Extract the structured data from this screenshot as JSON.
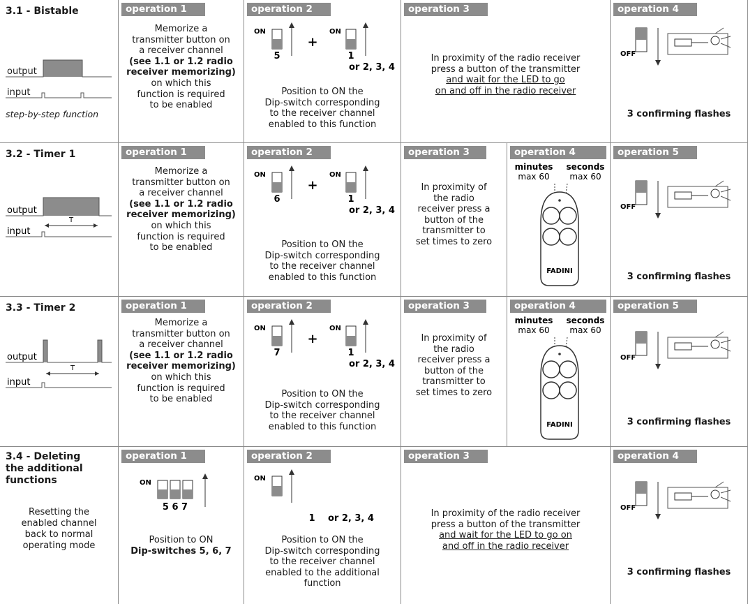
{
  "row1": {
    "title": "3.1 - Bistable",
    "output": "output",
    "input": "input",
    "caption": "step-by-step function",
    "op1": {
      "header": "operation 1",
      "lines": [
        "Memorize a",
        "transmitter button on",
        "a receiver channel",
        "(see 1.1 or 1.2 radio",
        "receiver memorizing)",
        "on which this",
        "function is required",
        "to be enabled"
      ]
    },
    "op2": {
      "header": "operation 2",
      "on": "ON",
      "switch_a": "5",
      "plus": "+",
      "switch_b": "1",
      "alt": "or 2, 3, 4",
      "lines": [
        "Position to ON the",
        "Dip-switch corresponding",
        "to the receiver channel",
        "enabled to this function"
      ]
    },
    "op3": {
      "header": "operation 3",
      "lines": [
        "In proximity of the radio receiver",
        "press a button of the transmitter",
        "and wait for the LED to go",
        "on and off in the radio receiver"
      ]
    },
    "op4": {
      "header": "operation 4",
      "off": "OFF",
      "confirm": "3 confirming flashes"
    }
  },
  "row2": {
    "title": "3.2 - Timer 1",
    "output": "output",
    "input": "input",
    "t": "T",
    "op1": {
      "header": "operation 1",
      "lines": [
        "Memorize a",
        "transmitter button on",
        "a receiver channel",
        "(see 1.1 or 1.2 radio",
        "receiver memorizing)",
        "on which this",
        "function is required",
        "to be enabled"
      ]
    },
    "op2": {
      "header": "operation 2",
      "on": "ON",
      "switch_a": "6",
      "plus": "+",
      "switch_b": "1",
      "alt": "or 2, 3, 4",
      "lines": [
        "Position to ON the",
        "Dip-switch corresponding",
        "to the receiver channel",
        "enabled to this function"
      ]
    },
    "op3": {
      "header": "operation 3",
      "lines": [
        "In proximity of",
        "the radio",
        "receiver press a",
        "button of the",
        "transmitter to",
        "set times to zero"
      ]
    },
    "op4": {
      "header": "operation 4",
      "minutes": "minutes",
      "seconds": "seconds",
      "max_min": "max 60",
      "max_sec": "max 60",
      "brand": "FADINI"
    },
    "op5": {
      "header": "operation 5",
      "off": "OFF",
      "confirm": "3 confirming flashes"
    }
  },
  "row3": {
    "title": "3.3 - Timer 2",
    "output": "output",
    "input": "input",
    "t": "T",
    "op1": {
      "header": "operation 1",
      "lines": [
        "Memorize a",
        "transmitter button on",
        "a receiver channel",
        "(see 1.1 or 1.2 radio",
        "receiver memorizing)",
        "on which this",
        "function is required",
        "to be enabled"
      ]
    },
    "op2": {
      "header": "operation 2",
      "on": "ON",
      "switch_a": "7",
      "plus": "+",
      "switch_b": "1",
      "alt": "or 2, 3, 4",
      "lines": [
        "Position to ON the",
        "Dip-switch corresponding",
        "to the receiver channel",
        "enabled to this function"
      ]
    },
    "op3": {
      "header": "operation 3",
      "lines": [
        "In proximity of",
        "the radio",
        "receiver press a",
        "button of the",
        "transmitter to",
        "set times to zero"
      ]
    },
    "op4": {
      "header": "operation 4",
      "minutes": "minutes",
      "seconds": "seconds",
      "max_min": "max 60",
      "max_sec": "max 60",
      "brand": "FADINI"
    },
    "op5": {
      "header": "operation 5",
      "off": "OFF",
      "confirm": "3 confirming flashes"
    }
  },
  "row4": {
    "title_lines": [
      "3.4 - Deleting",
      "the additional",
      "functions"
    ],
    "desc_lines": [
      "Resetting the",
      "enabled channel",
      "back to normal",
      "operating mode"
    ],
    "op1": {
      "header": "operation 1",
      "on": "ON",
      "switches": "5  6  7",
      "lines": [
        "Position to ON",
        "Dip-switches 5, 6, 7"
      ]
    },
    "op2": {
      "header": "operation 2",
      "on": "ON",
      "switch_b": "1",
      "alt": "or 2, 3, 4",
      "lines": [
        "Position to ON the",
        "Dip-switch corresponding",
        "to the receiver channel",
        "enabled to the additional",
        "function"
      ]
    },
    "op3": {
      "header": "operation 3",
      "lines": [
        "In proximity of the radio receiver",
        "press a button of the transmitter",
        "and wait for the LED to go on",
        "and off in the radio receiver"
      ]
    },
    "op4": {
      "header": "operation 4",
      "off": "OFF",
      "confirm": "3 confirming flashes"
    }
  }
}
